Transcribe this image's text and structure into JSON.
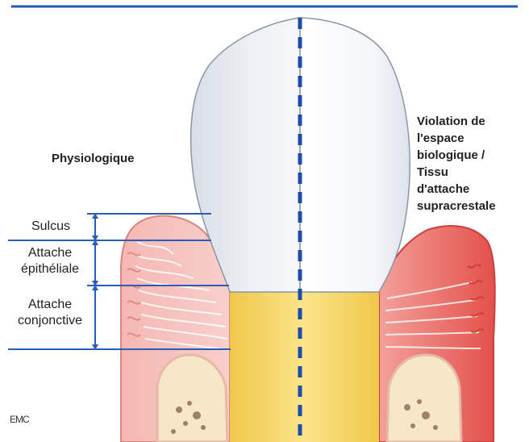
{
  "diagram": {
    "left_heading": "Physiologique",
    "right_heading": "Violation de l'espace biologique / Tissu d'attache supracrestale",
    "right_heading_lines": [
      "Violation de",
      "l'espace",
      "biologique /",
      "Tissu",
      "d'attache",
      "supracrestale"
    ],
    "zones": {
      "sulcus": "Sulcus",
      "epithelial_lines": [
        "Attache",
        "épithéliale"
      ],
      "connective_lines": [
        "Attache",
        "conjonctive"
      ]
    },
    "logo": "EMC"
  },
  "colors": {
    "top_rule": "#1f5fb0",
    "measure_line": "#2a5db8",
    "midline": "#1e4fa8",
    "gum_left": "#f2a9a6",
    "gum_right_inflamed": "#e8574f",
    "crown": "#eef1f6",
    "root": "#f7d86a",
    "bone": "#f6e7c8"
  }
}
